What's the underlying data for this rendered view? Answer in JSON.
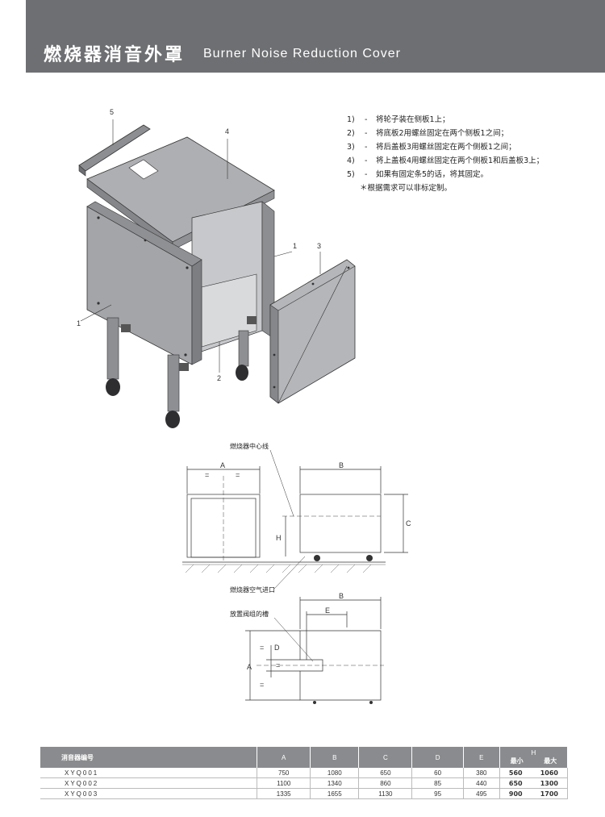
{
  "header": {
    "title_cn": "燃烧器消音外罩",
    "title_en": "Burner Noise Reduction Cover"
  },
  "steps": [
    {
      "num": "1)",
      "dash": "-",
      "text": "将轮子装在侧板1上；"
    },
    {
      "num": "2)",
      "dash": "-",
      "text": "将底板2用螺丝固定在两个侧板1之间；"
    },
    {
      "num": "3)",
      "dash": "-",
      "text": "将后盖板3用螺丝固定在两个侧板1之间；"
    },
    {
      "num": "4)",
      "dash": "-",
      "text": "将上盖板4用螺丝固定在两个侧板1和后盖板3上；"
    },
    {
      "num": "5)",
      "dash": "-",
      "text": "如果有固定条5的话，将其固定。"
    }
  ],
  "note": "＊根据需求可以非标定制。",
  "callouts": [
    "1",
    "2",
    "3",
    "4",
    "5",
    "1"
  ],
  "drawing": {
    "burner_centerline": "燃烧器中心线",
    "burner_air_inlet": "燃烧器空气进口",
    "valve_slot": "放置阀组的槽",
    "dim_A": "A",
    "dim_B": "B",
    "dim_C": "C",
    "dim_H": "H",
    "dim_D": "D",
    "dim_E": "E",
    "eq": "="
  },
  "table": {
    "headers": [
      "消音器编号",
      "A",
      "B",
      "C",
      "D",
      "E",
      "H"
    ],
    "h_sub": [
      "最小",
      "最大"
    ],
    "rows": [
      [
        "XYQ001",
        "750",
        "1080",
        "650",
        "60",
        "380",
        "560",
        "1060"
      ],
      [
        "XYQ002",
        "1100",
        "1340",
        "860",
        "85",
        "440",
        "650",
        "1300"
      ],
      [
        "XYQ003",
        "1335",
        "1655",
        "1130",
        "95",
        "495",
        "900",
        "1700"
      ]
    ]
  }
}
